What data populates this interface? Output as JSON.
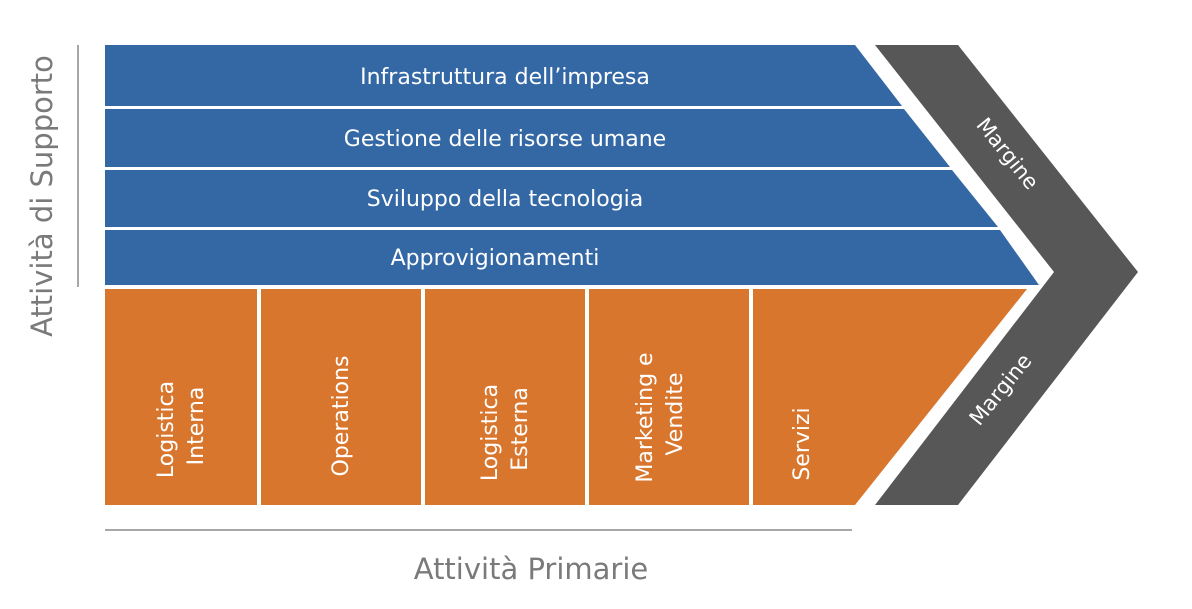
{
  "support": {
    "title": "Attività di Supporto",
    "rows": [
      {
        "label": "Infrastruttura dell’impresa"
      },
      {
        "label": "Gestione delle risorse umane"
      },
      {
        "label": "Sviluppo della tecnologia"
      },
      {
        "label": "Approvigionamenti"
      }
    ]
  },
  "primary": {
    "title": "Attività Primarie",
    "columns": [
      {
        "lines": [
          "Logistica",
          "Interna"
        ]
      },
      {
        "lines": [
          "Operations"
        ]
      },
      {
        "lines": [
          "Logistica",
          "Esterna"
        ]
      },
      {
        "lines": [
          "Marketing e",
          "Vendite"
        ]
      },
      {
        "lines": [
          "Servizi"
        ]
      }
    ]
  },
  "margin": {
    "upper_label": "Margine",
    "lower_label": "Margine"
  },
  "colors": {
    "support": "#3468a5",
    "primary": "#d9762d",
    "margin": "#575757",
    "axis_line": "#8a8a8a",
    "axis_text": "#7a7a7a"
  }
}
